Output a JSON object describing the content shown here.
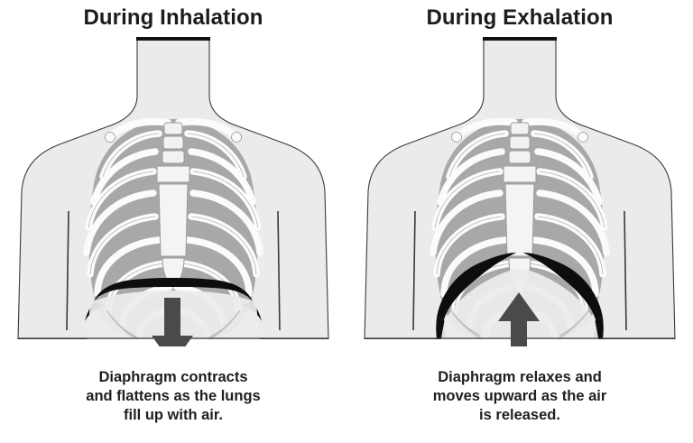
{
  "document": {
    "type": "anatomical-diagram",
    "subject": "Breathing mechanics of the diaphragm",
    "background_color": "#ffffff"
  },
  "palette": {
    "body_fill": "#ebebeb",
    "body_outline": "#3a3a3a",
    "bone_fill": "#fbfbfb",
    "bone_outline": "#9a9a9a",
    "cavity_shadow": "#8c8c8c",
    "diaphragm": "#0d0d0d",
    "arrow": "#4a4a4a",
    "text": "#1c1c1c"
  },
  "panels": [
    {
      "id": "inhalation",
      "title": "During Inhalation",
      "caption": "Diaphragm contracts\nand flattens as the lungs\nfill up with air.",
      "arrow": {
        "direction": "down",
        "name": "downward-arrow",
        "color": "#4a4a4a"
      },
      "diaphragm": {
        "state": "contracted",
        "shape": "flattened",
        "color": "#0d0d0d"
      },
      "figure": {
        "name": "torso-ribcage-inhalation",
        "parts": [
          "neck",
          "shoulders",
          "arms",
          "clavicles",
          "sternum",
          "ribs",
          "vertebrae",
          "diaphragm"
        ]
      }
    },
    {
      "id": "exhalation",
      "title": "During Exhalation",
      "caption": "Diaphragm relaxes and\nmoves upward as the air\nis released.",
      "arrow": {
        "direction": "up",
        "name": "upward-arrow",
        "color": "#4a4a4a"
      },
      "diaphragm": {
        "state": "relaxed",
        "shape": "domed-upward",
        "color": "#0d0d0d"
      },
      "figure": {
        "name": "torso-ribcage-exhalation",
        "parts": [
          "neck",
          "shoulders",
          "arms",
          "clavicles",
          "sternum",
          "ribs",
          "vertebrae",
          "diaphragm"
        ]
      }
    }
  ]
}
